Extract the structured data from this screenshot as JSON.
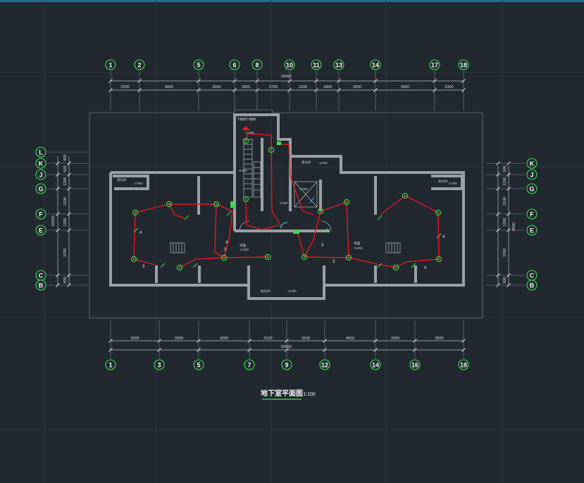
{
  "drawing": {
    "title": "地下室平面图",
    "scale": "1:100",
    "total_width": "29000",
    "total_depth": "10500",
    "right_total": "9600"
  },
  "axes": {
    "top": [
      "1",
      "2",
      "5",
      "6",
      "8",
      "10",
      "11",
      "13",
      "14",
      "17",
      "18"
    ],
    "bottom": [
      "1",
      "3",
      "5",
      "7",
      "9",
      "12",
      "14",
      "16",
      "18"
    ],
    "left": [
      "L",
      "K",
      "J",
      "G",
      "F",
      "E",
      "C",
      "B"
    ],
    "right": [
      "K",
      "J",
      "G",
      "F",
      "E",
      "C",
      "B"
    ]
  },
  "dims": {
    "top": [
      "2300",
      "4900",
      "3000",
      "1850",
      "2700",
      "2200",
      "1850",
      "3000",
      "4900",
      "2300"
    ],
    "bottom": [
      "3900",
      "3300",
      "4200",
      "3100",
      "3100",
      "4500",
      "3300",
      "3900"
    ],
    "left": [
      "900",
      "500",
      "1200",
      "2100",
      "1300",
      "3700",
      "900"
    ],
    "right": [
      "500",
      "1200",
      "2100",
      "1300",
      "3700",
      "900"
    ]
  },
  "rooms": {
    "shaft": "采光井",
    "stair_label": "下楼梯下楼梯",
    "level_a": "-1.800",
    "level_b": "-3.000",
    "level_c": "-2.800",
    "level_d": "-2.900",
    "level_e": "-2.950",
    "floor": "地面",
    "wire_counts": [
      "4",
      "3",
      "4",
      "3",
      "3",
      "4",
      "4",
      "3"
    ]
  },
  "colors": {
    "background": "#212830",
    "wire": "#e8181c",
    "fixture": "#3be04a",
    "wall": "#9aa0a6",
    "title_underline": "#25d34a",
    "accent_cyan": "#22d0e0"
  }
}
